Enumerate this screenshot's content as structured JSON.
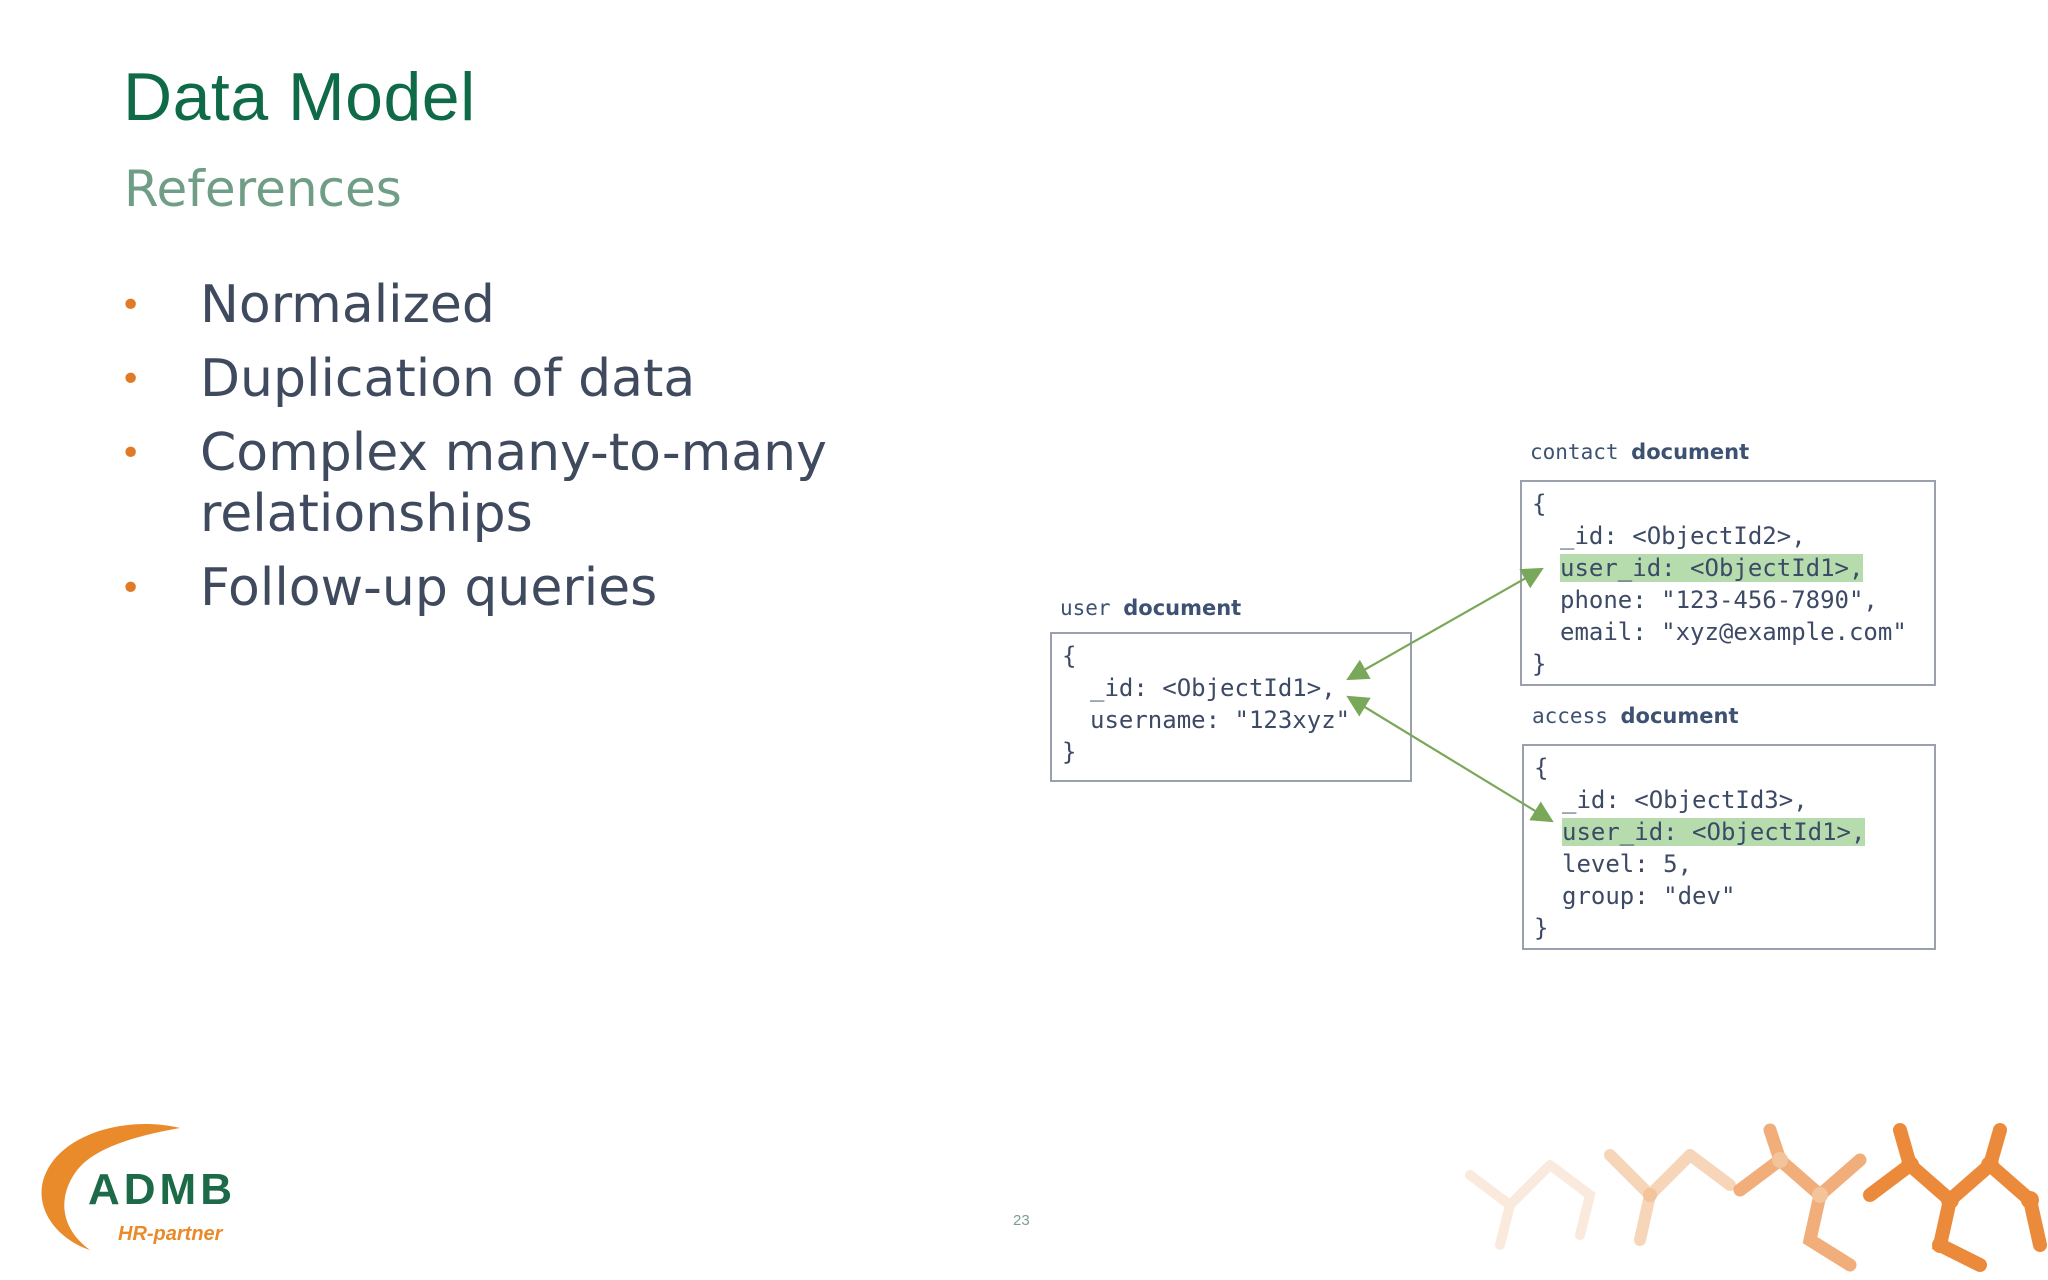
{
  "slide": {
    "title": "Data Model",
    "subtitle": "References",
    "bullets": [
      "Normalized",
      "Duplication of data",
      "Complex many-to-many relationships",
      "Follow-up queries"
    ],
    "page_number": "23"
  },
  "diagram": {
    "user_doc": {
      "label_prefix": "user",
      "label_suffix": "document",
      "open": "{",
      "lines": [
        "_id: <ObjectId1>,",
        "username: \"123xyz\""
      ],
      "close": "}"
    },
    "contact_doc": {
      "label_prefix": "contact",
      "label_suffix": "document",
      "open": "{",
      "lines": [
        "_id: <ObjectId2>,",
        "user_id: <ObjectId1>,",
        "phone: \"123-456-7890\",",
        "email: \"xyz@example.com\""
      ],
      "close": "}"
    },
    "access_doc": {
      "label_prefix": "access",
      "label_suffix": "document",
      "open": "{",
      "lines": [
        "_id: <ObjectId3>,",
        "user_id: <ObjectId1>,",
        "level: 5,",
        "group: \"dev\""
      ],
      "close": "}"
    }
  },
  "logo": {
    "brand": "ADMB",
    "tagline": "HR-partner"
  },
  "colors": {
    "title": "#0f6a47",
    "subtitle": "#6f9d86",
    "bullet": "#e07a26",
    "highlight": "#b6dcae",
    "arrow": "#7aa85a"
  }
}
